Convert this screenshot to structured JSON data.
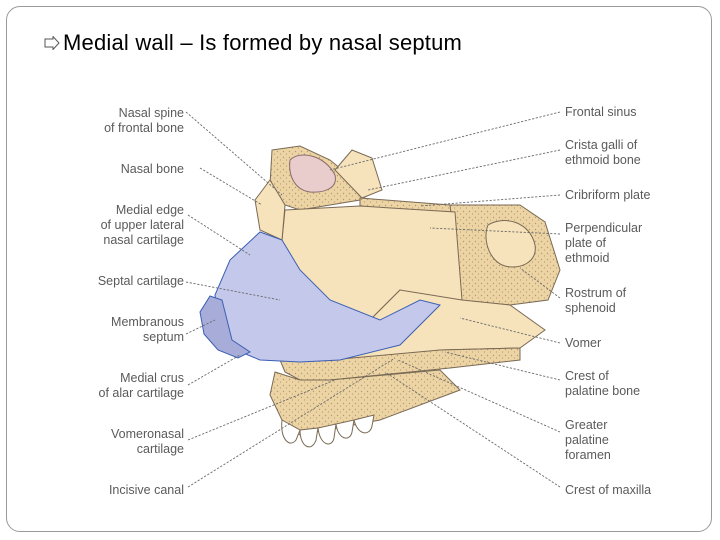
{
  "slide": {
    "heading": "Medial wall – Is formed by nasal septum",
    "bullet_icon": "hollow-arrow-bullet-icon"
  },
  "labels_left": [
    {
      "lines": [
        "Nasal spine",
        "of frontal bone"
      ]
    },
    {
      "lines": [
        "Nasal bone"
      ]
    },
    {
      "lines": [
        "Medial edge",
        "of upper lateral",
        "nasal cartilage"
      ]
    },
    {
      "lines": [
        "Septal cartilage"
      ]
    },
    {
      "lines": [
        "Membranous",
        "septum"
      ]
    },
    {
      "lines": [
        "Medial crus",
        "of alar cartilage"
      ]
    },
    {
      "lines": [
        "Vomeronasal",
        "cartilage"
      ]
    },
    {
      "lines": [
        "Incisive canal"
      ]
    }
  ],
  "labels_right": [
    {
      "lines": [
        "Frontal sinus"
      ]
    },
    {
      "lines": [
        "Crista galli of",
        "ethmoid bone"
      ]
    },
    {
      "lines": [
        "Cribriform plate"
      ]
    },
    {
      "lines": [
        "Perpendicular",
        "plate of",
        "ethmoid"
      ]
    },
    {
      "lines": [
        "Rostrum of",
        "sphenoid"
      ]
    },
    {
      "lines": [
        "Vomer"
      ]
    },
    {
      "lines": [
        "Crest of",
        "palatine bone"
      ]
    },
    {
      "lines": [
        "Greater",
        "palatine",
        "foramen"
      ]
    },
    {
      "lines": [
        "Crest of maxilla"
      ]
    }
  ],
  "colors": {
    "bone": "#f6e3bb",
    "bone_porous": "#ecd4a4",
    "cartilage": "#c4c8ea",
    "sinus": "#e9cccc",
    "outline": "#7a6a55",
    "label": "#5a5a5a"
  }
}
